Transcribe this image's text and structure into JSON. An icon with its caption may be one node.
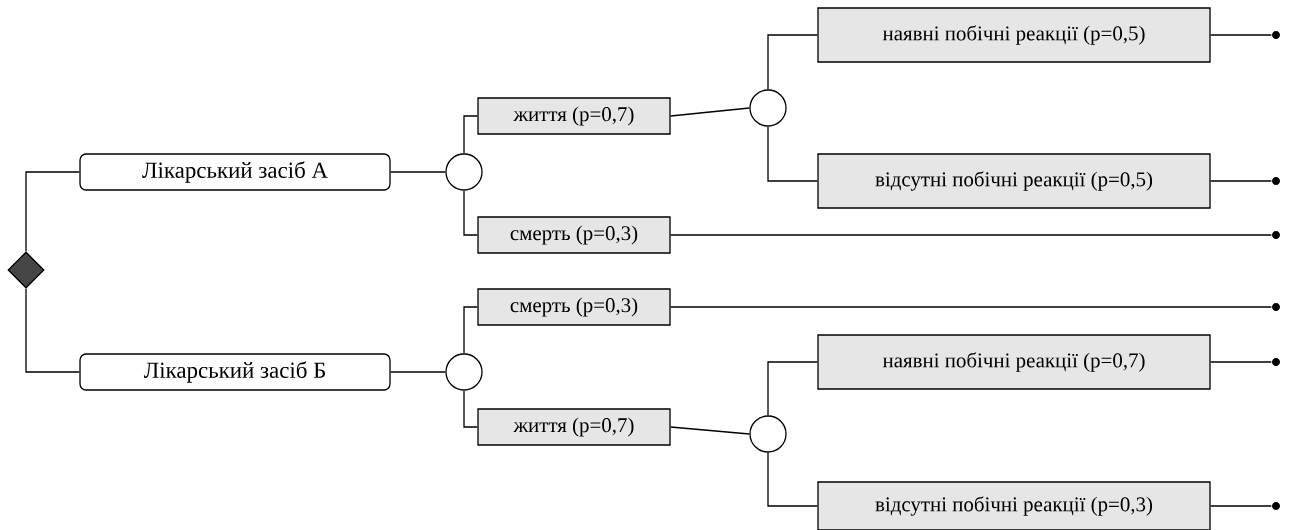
{
  "diagram": {
    "nodes": [
      {
        "text": [],
        "shape": "diamond"
      },
      {
        "text": [
          "Лікарський засіб А"
        ]
      },
      {
        "text": [
          "Лікарський засіб Б"
        ]
      },
      {
        "text": [],
        "shape": "circle"
      },
      {
        "text": [
          "життя (p=0,7)"
        ]
      },
      {
        "text": [
          "смерть (p=0,3)"
        ]
      },
      {
        "text": [],
        "shape": "circle"
      },
      {
        "text": [
          "наявні побічні реакції (p=0,5)"
        ]
      },
      {
        "text": [
          "відсутні побічні реакції (p=0,5)"
        ]
      },
      {
        "text": [],
        "shape": "dot"
      },
      {
        "text": [],
        "shape": "dot"
      },
      {
        "text": [],
        "shape": "dot"
      },
      {
        "text": [],
        "shape": "circle"
      },
      {
        "text": [
          "смерть (p=0,3)"
        ]
      },
      {
        "text": [
          "життя (p=0,7)"
        ]
      },
      {
        "text": [],
        "shape": "circle"
      },
      {
        "text": [
          "наявні побічні реакції (p=0,7)"
        ]
      },
      {
        "text": [
          "відсутні побічні реакції (p=0,3)"
        ]
      },
      {
        "text": [],
        "shape": "dot"
      },
      {
        "text": [],
        "shape": "dot"
      },
      {
        "text": [],
        "shape": "dot"
      }
    ],
    "edges": [
      {
        "from": 0,
        "to": 1,
        "arrow": "none"
      },
      {
        "from": 0,
        "to": 2,
        "arrow": "none"
      },
      {
        "from": 1,
        "to": 3,
        "arrow": "none"
      },
      {
        "from": 3,
        "to": 4,
        "arrow": "none"
      },
      {
        "from": 3,
        "to": 5,
        "arrow": "none"
      },
      {
        "from": 4,
        "to": 6,
        "arrow": "none"
      },
      {
        "from": 6,
        "to": 7,
        "arrow": "none"
      },
      {
        "from": 6,
        "to": 8,
        "arrow": "none"
      },
      {
        "from": 7,
        "to": 9,
        "arrow": "none"
      },
      {
        "from": 8,
        "to": 10,
        "arrow": "none"
      },
      {
        "from": 5,
        "to": 11,
        "arrow": "none"
      },
      {
        "from": 2,
        "to": 12,
        "arrow": "none"
      },
      {
        "from": 12,
        "to": 13,
        "arrow": "none"
      },
      {
        "from": 12,
        "to": 14,
        "arrow": "none"
      },
      {
        "from": 14,
        "to": 15,
        "arrow": "none"
      },
      {
        "from": 15,
        "to": 16,
        "arrow": "none"
      },
      {
        "from": 15,
        "to": 17,
        "arrow": "none"
      },
      {
        "from": 13,
        "to": 18,
        "arrow": "none"
      },
      {
        "from": 16,
        "to": 19,
        "arrow": "none"
      },
      {
        "from": 17,
        "to": 20,
        "arrow": "none"
      }
    ]
  }
}
